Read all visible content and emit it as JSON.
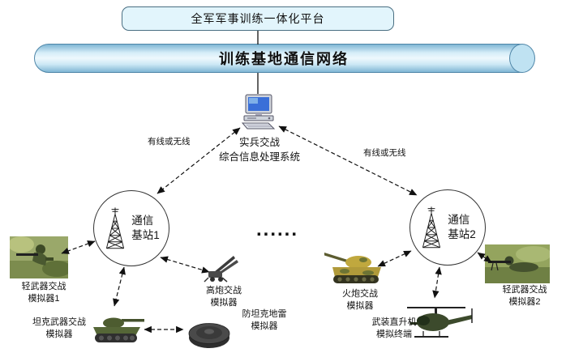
{
  "platform": {
    "label": "全军军事训练一体化平台"
  },
  "backbone": {
    "label": "训练基地通信网络"
  },
  "processor": {
    "label": "实兵交战\n综合信息处理系统"
  },
  "links": {
    "left_label": "有线或无线",
    "right_label": "有线或无线"
  },
  "stations": {
    "left": {
      "label": "通信\n基站1"
    },
    "right": {
      "label": "通信\n基站2"
    }
  },
  "ellipsis": "......",
  "devices": {
    "light_weapon_1": {
      "label": "轻武器交战\n模拟器1"
    },
    "aa_gun": {
      "label": "高炮交战\n模拟器"
    },
    "tank": {
      "label": "坦克武器交战\n模拟器"
    },
    "mine": {
      "label": "防坦克地雷\n模拟器"
    },
    "artillery": {
      "label": "火炮交战\n模拟器"
    },
    "helicopter": {
      "label": "武装直升机\n模拟终端"
    },
    "light_weapon_2": {
      "label": "轻武器交战\n模拟器2"
    }
  },
  "colors": {
    "platform_fill": "#e2f5fc",
    "cylinder_fill": "#bfe2f2",
    "cylinder_edge": "#4f86a8",
    "screen_blue": "#3a6fd8",
    "line": "#111111"
  }
}
